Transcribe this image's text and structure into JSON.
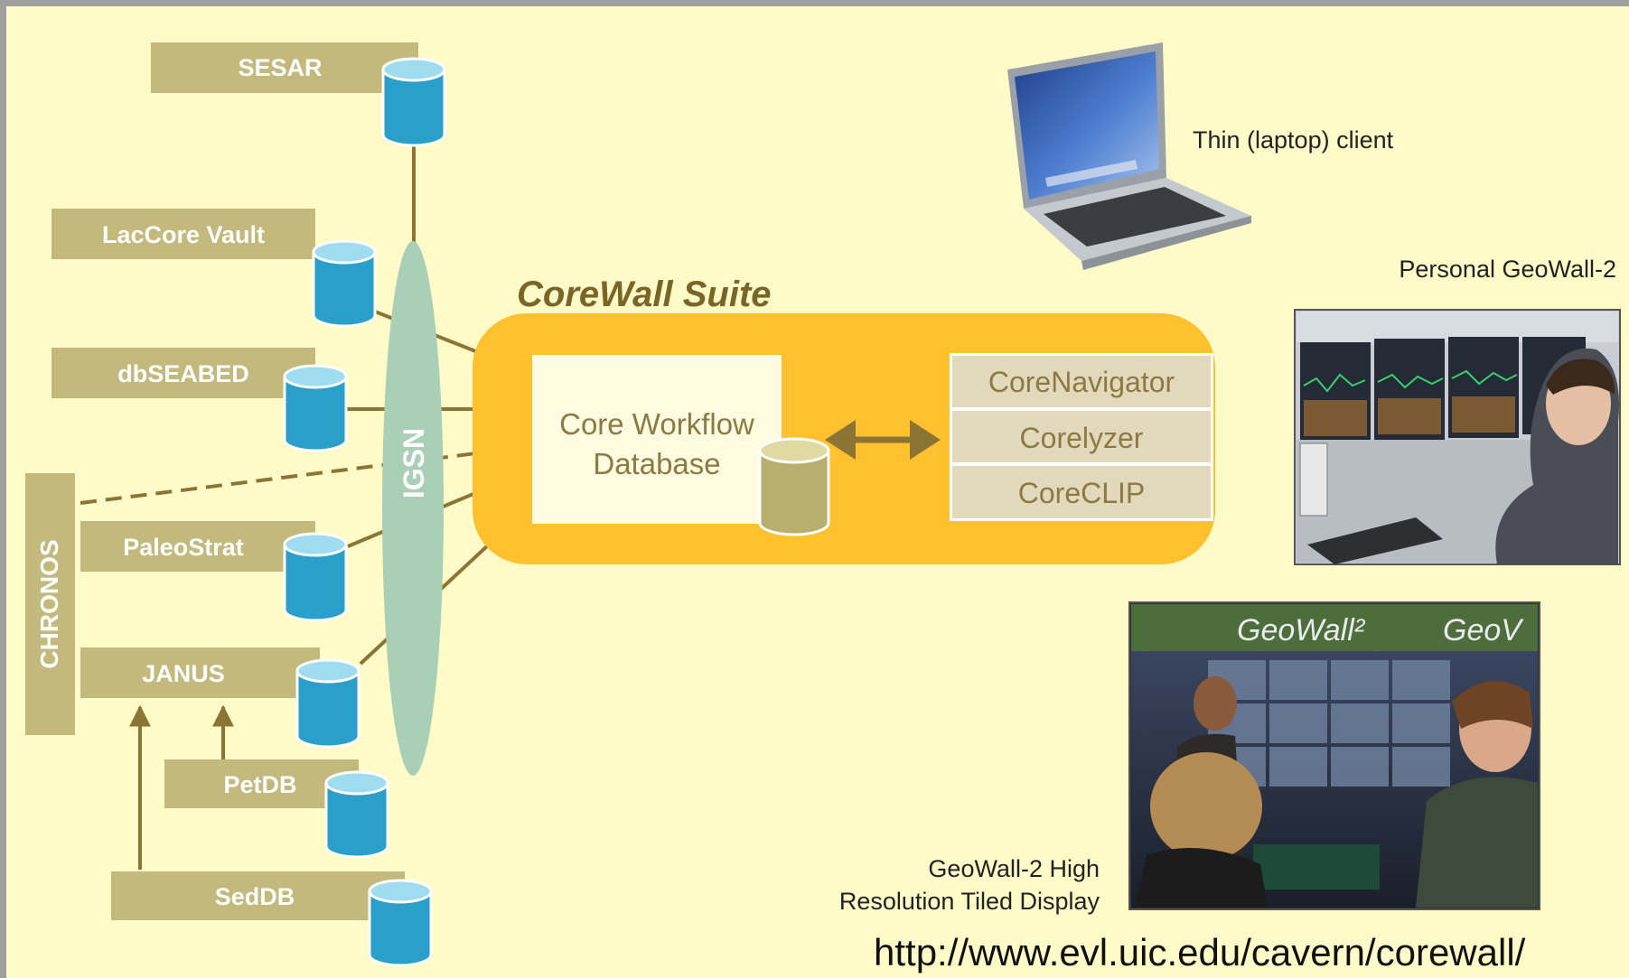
{
  "sources": {
    "sesar": "SESAR",
    "laccore": "LacCore Vault",
    "dbseabed": "dbSEABED",
    "paleostrat": "PaleoStrat",
    "janus": "JANUS",
    "petdb": "PetDB",
    "seddb": "SedDB"
  },
  "chronos_label": "CHRONOS",
  "igsn_label": "IGSN",
  "suite_title": "CoreWall Suite",
  "workflow_db": {
    "line1": "Core Workflow",
    "line2": "Database"
  },
  "tools": [
    "CoreNavigator",
    "Corelyzer",
    "CoreCLIP"
  ],
  "clients": {
    "laptop": "Thin (laptop) client",
    "personal": "Personal GeoWall-2",
    "geowall_line1": "GeoWall-2 High",
    "geowall_line2": "Resolution Tiled Display",
    "geowall_banner_1": "GeoWall²",
    "geowall_banner_2": "GeoV"
  },
  "url": "http://www.evl.uic.edu/cavern/corewall/",
  "colors": {
    "background": "#fffbc8",
    "label_box": "#c3b97d",
    "db_blue": "#2a9fc9",
    "db_blue_top": "#9fdcf0",
    "igsn_green": "#a9cfb6",
    "suite_orange": "#ffc22e",
    "arrow_brown": "#8c7434",
    "title_brown": "#7a6426"
  }
}
